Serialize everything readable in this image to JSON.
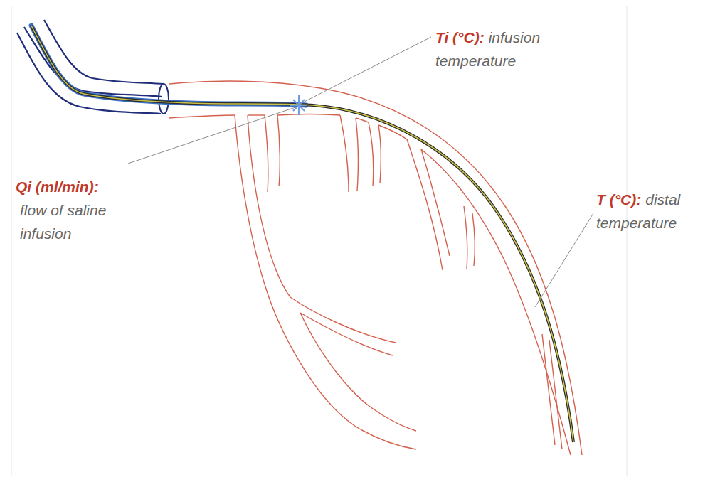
{
  "diagram": {
    "labels": [
      "Qi (ml/min):",
      "flow of saline infusion",
      "Ti (°C):",
      "infusion temperature",
      "T (°C):",
      "distal temperature"
    ]
  }
}
